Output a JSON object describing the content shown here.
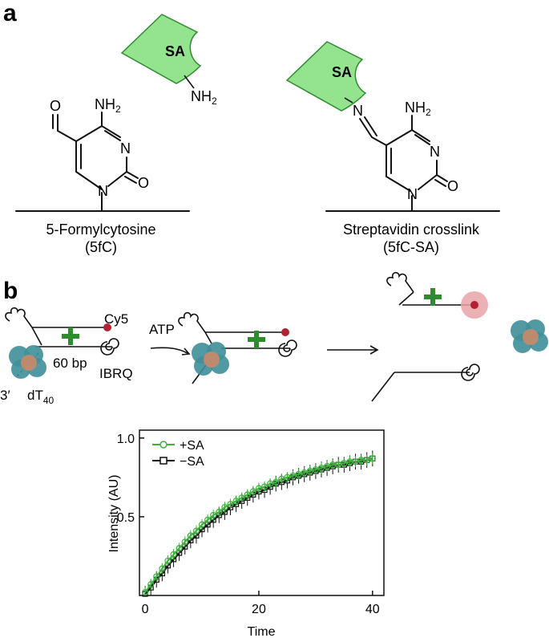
{
  "panel_a": {
    "label": "a",
    "sa_label": "SA",
    "o_label": "O",
    "n_label": "N",
    "nh": "NH",
    "nh_sub": "2",
    "left_caption_line1": "5-Formylcytosine",
    "left_caption_line2": "(5fC)",
    "right_caption_line1": "Streptavidin crosslink",
    "right_caption_line2": "(5fC-SA)"
  },
  "panel_b": {
    "label": "b",
    "cy5": "Cy5",
    "bp": "60 bp",
    "ibrq": "IBRQ",
    "three_prime": "3′",
    "dt": "dT",
    "dt_sub": "40",
    "atp": "ATP"
  },
  "colors": {
    "sa_fill": "#93e38f",
    "sa_stroke": "#2e8b2e",
    "marker": "#2e8b2e",
    "cy5": "#b22232",
    "cy5_glow": "#e7a3a8",
    "helicase_teal": "#3f8f99",
    "helicase_tan": "#c98a6a",
    "series_sa": "#3cb43c",
    "series_nosa": "#111111"
  },
  "chart_data": {
    "type": "scatter",
    "xlabel": "Time",
    "ylabel": "Intensity (AU)",
    "xlim": [
      -1,
      42
    ],
    "ylim": [
      0,
      1.05
    ],
    "xticks": [
      0,
      20,
      40
    ],
    "yticks": [
      0.5,
      1.0
    ],
    "ytick_labels": [
      "0.5",
      "1.0"
    ],
    "legend_position": "top-left",
    "series": [
      {
        "name": "+SA",
        "marker": "circle",
        "x": [
          0,
          1,
          2,
          3,
          4,
          5,
          6,
          7,
          8,
          9,
          10,
          11,
          12,
          13,
          14,
          15,
          16,
          17,
          18,
          19,
          20,
          21,
          22,
          23,
          24,
          25,
          26,
          27,
          28,
          29,
          30,
          31,
          32,
          33,
          34,
          35,
          36,
          37,
          38,
          39,
          40
        ],
        "y": [
          0.02,
          0.07,
          0.12,
          0.17,
          0.22,
          0.26,
          0.3,
          0.34,
          0.38,
          0.41,
          0.45,
          0.48,
          0.51,
          0.53,
          0.56,
          0.58,
          0.6,
          0.62,
          0.64,
          0.66,
          0.68,
          0.69,
          0.71,
          0.72,
          0.74,
          0.75,
          0.76,
          0.77,
          0.78,
          0.79,
          0.8,
          0.81,
          0.82,
          0.83,
          0.83,
          0.84,
          0.85,
          0.85,
          0.86,
          0.86,
          0.87
        ],
        "err": 0.035
      },
      {
        "name": "−SA",
        "marker": "square",
        "x": [
          0,
          1,
          2,
          3,
          4,
          5,
          6,
          7,
          8,
          9,
          10,
          11,
          12,
          13,
          14,
          15,
          16,
          17,
          18,
          19,
          20,
          21,
          22,
          23,
          24,
          25,
          26,
          27,
          28,
          29,
          30,
          31,
          32,
          33,
          34,
          35,
          36,
          37,
          38,
          39,
          40
        ],
        "y": [
          0.01,
          0.05,
          0.1,
          0.14,
          0.19,
          0.23,
          0.27,
          0.31,
          0.35,
          0.38,
          0.42,
          0.45,
          0.48,
          0.51,
          0.53,
          0.56,
          0.58,
          0.6,
          0.62,
          0.64,
          0.66,
          0.67,
          0.69,
          0.71,
          0.72,
          0.73,
          0.75,
          0.76,
          0.77,
          0.78,
          0.79,
          0.8,
          0.81,
          0.82,
          0.83,
          0.83,
          0.84,
          0.85,
          0.85,
          0.86,
          0.87
        ],
        "err": 0.05
      }
    ]
  }
}
